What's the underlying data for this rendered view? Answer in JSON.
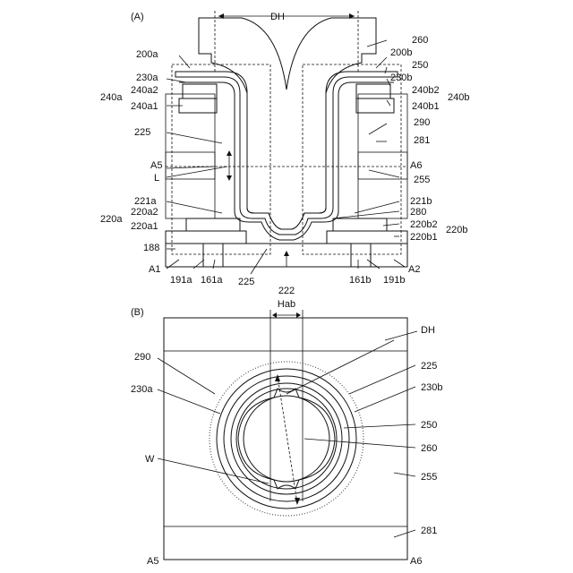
{
  "panels": {
    "a": {
      "title": "(A)",
      "labels": {
        "dh": "DH",
        "l260": "260",
        "l200a": "200a",
        "l200b": "200b",
        "l230a": "230a",
        "l250": "250",
        "l240a2": "240a2",
        "l230b": "230b",
        "l240a": "240a",
        "l240b2": "240b2",
        "l240b": "240b",
        "l240a1": "240a1",
        "l240b1": "240b1",
        "l290": "290",
        "l225": "225",
        "l281": "281",
        "la5": "A5",
        "la6": "A6",
        "ll": "L",
        "l255": "255",
        "l221a": "221a",
        "l221b": "221b",
        "l220a2": "220a2",
        "l280": "280",
        "l220a": "220a",
        "l220b2": "220b2",
        "l220b": "220b",
        "l220a1": "220a1",
        "l220b1": "220b1",
        "l188": "188",
        "la1": "A1",
        "la2": "A2",
        "l191a": "191a",
        "l161a": "161a",
        "l225b": "225",
        "l161b": "161b",
        "l191b": "191b",
        "l222": "222"
      }
    },
    "b": {
      "title": "(B)",
      "labels": {
        "hab": "Hab",
        "dh": "DH",
        "l290": "290",
        "l225": "225",
        "l230a": "230a",
        "l230b": "230b",
        "l250": "250",
        "l260": "260",
        "lw": "W",
        "l255": "255",
        "l281": "281",
        "la5": "A5",
        "la6": "A6"
      }
    }
  },
  "colors": {
    "gray_fill": "#c8c8c8",
    "dark_fill": "#9a9a9a",
    "light_fill": "#e6e6e6",
    "line": "#111111"
  }
}
